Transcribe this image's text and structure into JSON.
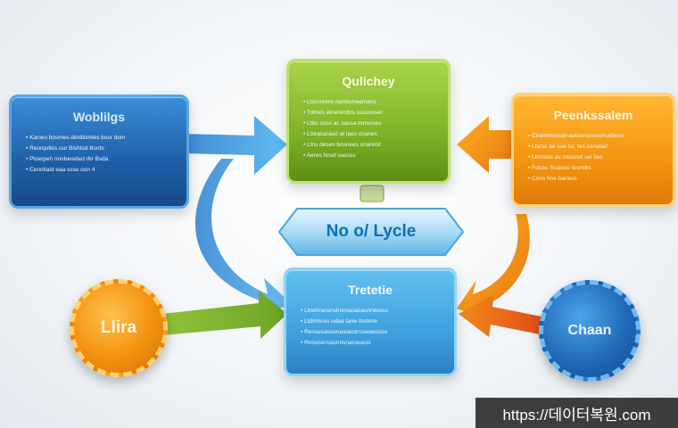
{
  "colors": {
    "blue_dark": "#1f5fa8",
    "green": "#7fb227",
    "orange": "#f39410",
    "light_blue": "#3ea1de",
    "center_text": "#0f6fb3"
  },
  "cards": {
    "workflows": {
      "title": "Woblilgs",
      "items": [
        "Kanwu bosmes derdlomtes bosr dom",
        "Reorqulles our Bishtsd Bsrds",
        "Ploerpeh nnobeveted rbr Bsda",
        "Cenotiaid eaa sssu oon 4"
      ]
    },
    "quickey": {
      "title": "Qulichey",
      "items": [
        "Ltxnrnnnis nentlsmeernecs",
        "Tdmes etnennsbrs ssssonser",
        "Ltbu nsss ac sassa tomsmes",
        "Ltnrasaraed at taes cnanes",
        "Ltns deses bosnees cnannst",
        "Aeres hnsd suesss"
      ]
    },
    "permission": {
      "title": "Peenkssalem",
      "items": [
        "Cnantrensrarnaetoensnesonusbess",
        "Ltsrss ae sue sa. tes sonatad",
        "Ltrrnsne as rstesnst ser lles",
        "Fdoas Sslaess lasmlbs",
        "Cnns hne baness"
      ]
    },
    "trellis": {
      "title": "Tretetie",
      "items": [
        "Ltnetrrassnshnnsasasasnnessss",
        "Ltdmnoss odaa tane ttsmme",
        "Rensesassenassestrrsseseosss",
        "Rnssnensasnnsnanaseos"
      ]
    }
  },
  "center": {
    "label": "No o/ Lycle"
  },
  "coins": {
    "lira": "Llira",
    "chain": "Chaan"
  },
  "watermark": "https://데이터복원.com",
  "icons": {
    "arrow": "arrow-icon"
  }
}
